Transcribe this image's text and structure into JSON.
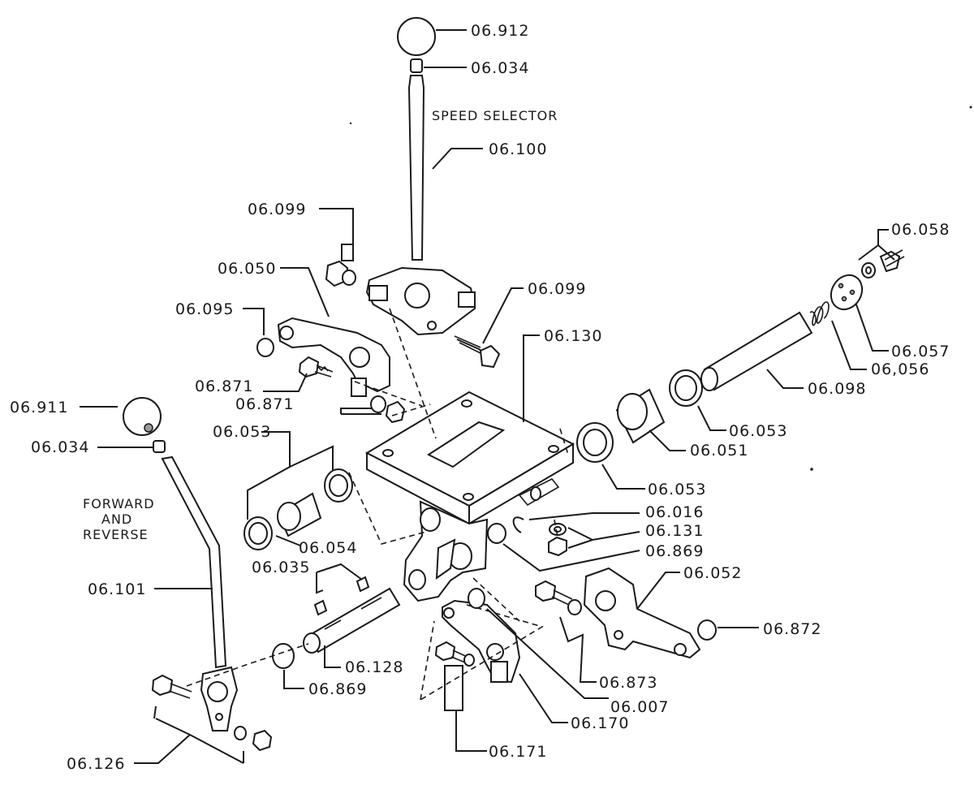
{
  "labels": {
    "l06_912": "06.912",
    "l06_034_top": "06.034",
    "speed_selector": "SPEED SELECTOR",
    "l06_100": "06.100",
    "l06_099_left": "06.099",
    "l06_099_right": "06.099",
    "l06_050": "06.050",
    "l06_095": "06.095",
    "l06_130": "06.130",
    "l06_871_a": "06.871",
    "l06_871_b": "06.871",
    "l06_911": "06.911",
    "l06_034_left": "06.034",
    "l06_053_left": "06.053",
    "forward_line1": "FORWARD",
    "forward_line2": "AND",
    "forward_line3": "REVERSE",
    "l06_054": "06.054",
    "l06_035": "06.035",
    "l06_101": "06.101",
    "l06_128": "06.128",
    "l06_869_left": "06.869",
    "l06_126": "06.126",
    "l06_171": "06.171",
    "l06_170": "06.170",
    "l06_007": "06.007",
    "l06_873": "06.873",
    "l06_872": "06.872",
    "l06_052": "06.052",
    "l06_869_right": "06.869",
    "l06_131": "06.131",
    "l06_016": "06.016",
    "l06_053_mid": "06.053",
    "l06_051": "06.051",
    "l06_053_right": "06.053",
    "l06_098": "06.098",
    "l06_056": "06,056",
    "l06_057": "06.057",
    "l06_058": "06.058"
  }
}
